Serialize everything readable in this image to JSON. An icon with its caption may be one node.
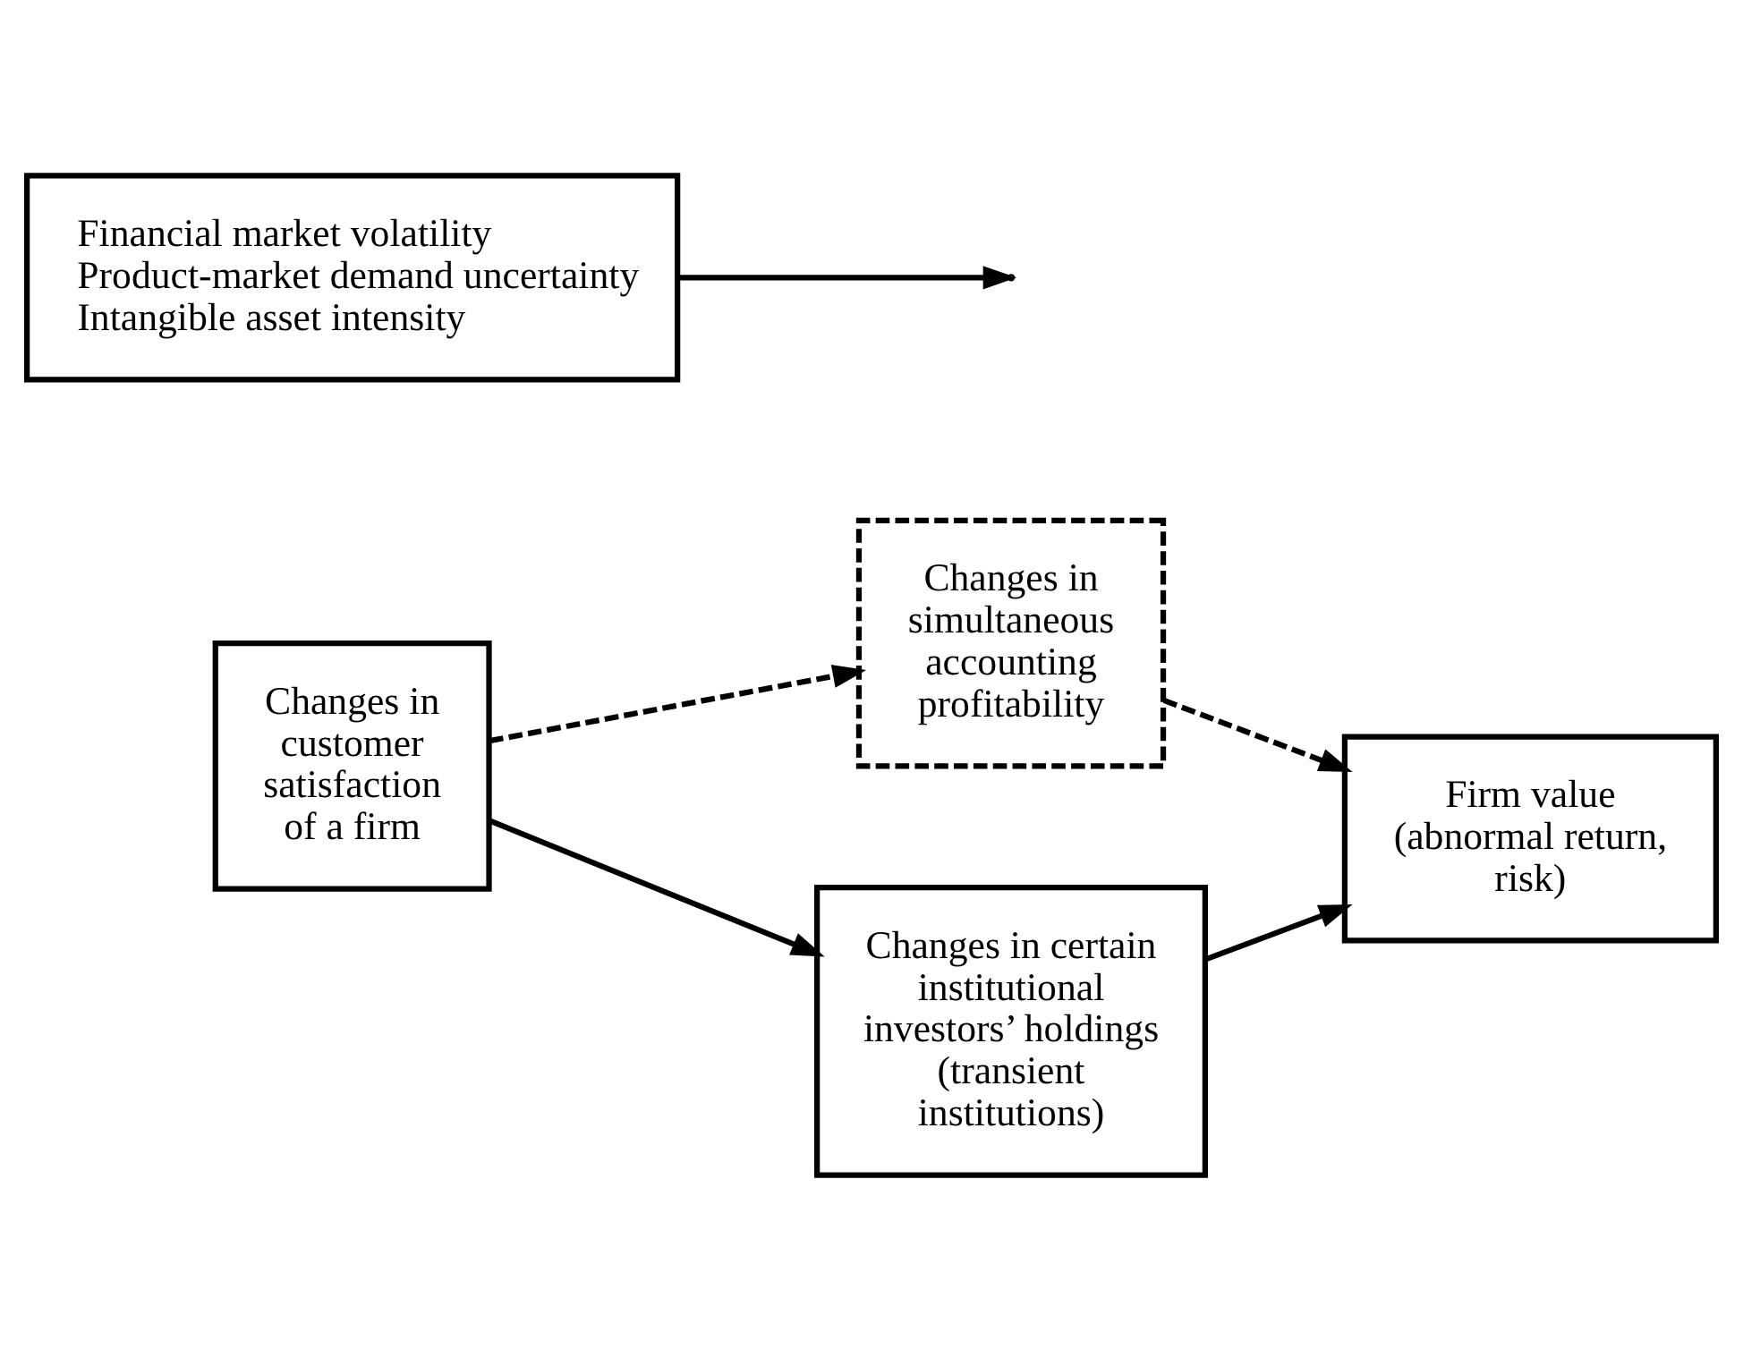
{
  "diagram": {
    "nodes": [
      {
        "text": [
          "Changes in customer satisfaction of a firm"
        ]
      },
      {
        "text": [
          "Changes in simultaneous accounting profitability"
        ]
      },
      {
        "text": [
          "Changes in certain institutional investors’ holdings (transient institutions)"
        ]
      },
      {
        "text": [
          "Firm value (abnormal return, risk)"
        ]
      },
      {
        "text": [
          "Financial market volatility",
          "Product-market demand uncertainty",
          "Intangible asset intensity"
        ]
      }
    ],
    "edges": [
      {
        "from": 0,
        "to": 1,
        "arrow": "to",
        "style": "dashed"
      },
      {
        "from": 1,
        "to": 3,
        "arrow": "to",
        "style": "dashed"
      },
      {
        "from": 0,
        "to": 2,
        "arrow": "to"
      },
      {
        "from": 2,
        "to": 3,
        "arrow": "to"
      },
      {
        "from": 4,
        "to": null,
        "arrow": "to"
      }
    ]
  }
}
